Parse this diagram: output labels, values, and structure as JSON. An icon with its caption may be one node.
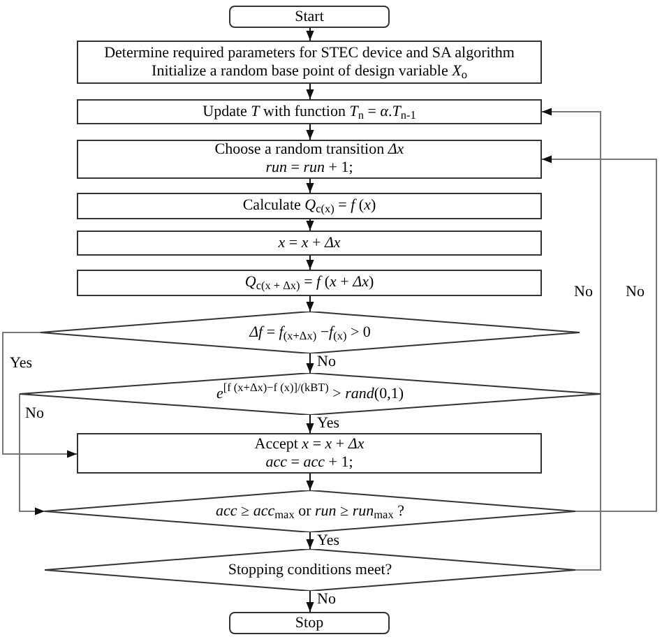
{
  "diagram": {
    "nodes": [
      {
        "text": [
          "Start"
        ]
      },
      {
        "text": [
          "Determine required parameters for STEC device and SA algorithm",
          "Initialize a random base point of design variable *X*$_{o}$"
        ]
      },
      {
        "text": [
          "Update *T* with function *T*$_{n}$ = *α*.*T*$_{n-1}$"
        ]
      },
      {
        "text": [
          "Choose a random transition *Δx*",
          "*run* = *run* + 1;"
        ]
      },
      {
        "text": [
          "Calculate *Q*$_{c(x)}$ = *f* (*x*)"
        ]
      },
      {
        "text": [
          "*x* = *x* + *Δx*"
        ]
      },
      {
        "text": [
          "*Q*$_{c(x + Δx)}$ = *f* (*x* + *Δx*)"
        ]
      },
      {
        "text": [
          "*Δf* = *f*$_{(x+Δx)}$ −*f*$_{(x)}$ > 0"
        ]
      },
      {
        "text": [
          "*e*$^{[f (x+Δx)−f (x)]/(kBT)}$ > *rand*(0,1)"
        ]
      },
      {
        "text": [
          "Accept *x* = *x* + *Δx*",
          "*acc* = *acc* + 1;"
        ]
      },
      {
        "text": [
          "*acc* ≥ *acc*$_{max}$ or *run* ≥ *run*$_{max}$ ?"
        ]
      },
      {
        "text": [
          "Stopping conditions meet?"
        ]
      },
      {
        "text": [
          "Stop"
        ]
      }
    ],
    "edges": [
      {
        "from": 0,
        "to": 1,
        "arrow": "to"
      },
      {
        "from": 1,
        "to": 2,
        "arrow": "to"
      },
      {
        "from": 2,
        "to": 3,
        "arrow": "to"
      },
      {
        "from": 3,
        "to": 4,
        "arrow": "to"
      },
      {
        "from": 4,
        "to": 5,
        "arrow": "to"
      },
      {
        "from": 5,
        "to": 6,
        "arrow": "to"
      },
      {
        "from": 6,
        "to": 7,
        "arrow": "to"
      },
      {
        "from": 7,
        "to": 8,
        "arrow": "to",
        "label": "No"
      },
      {
        "from": 7,
        "to": 9,
        "arrow": "to",
        "label": "Yes",
        "color": "#777777"
      },
      {
        "from": 8,
        "to": 9,
        "arrow": "to",
        "label": "Yes"
      },
      {
        "from": 8,
        "to": 10,
        "arrow": "to",
        "label": "No",
        "color": "#777777"
      },
      {
        "from": 9,
        "to": 10,
        "arrow": "to"
      },
      {
        "from": 10,
        "to": 3,
        "arrow": "to",
        "label": "No",
        "color": "#777777"
      },
      {
        "from": 10,
        "to": 11,
        "arrow": "to",
        "label": "Yes"
      },
      {
        "from": 11,
        "to": 2,
        "arrow": "to",
        "label": "No",
        "color": "#777777"
      },
      {
        "from": 11,
        "to": 12,
        "arrow": "to",
        "label": "No"
      }
    ]
  }
}
